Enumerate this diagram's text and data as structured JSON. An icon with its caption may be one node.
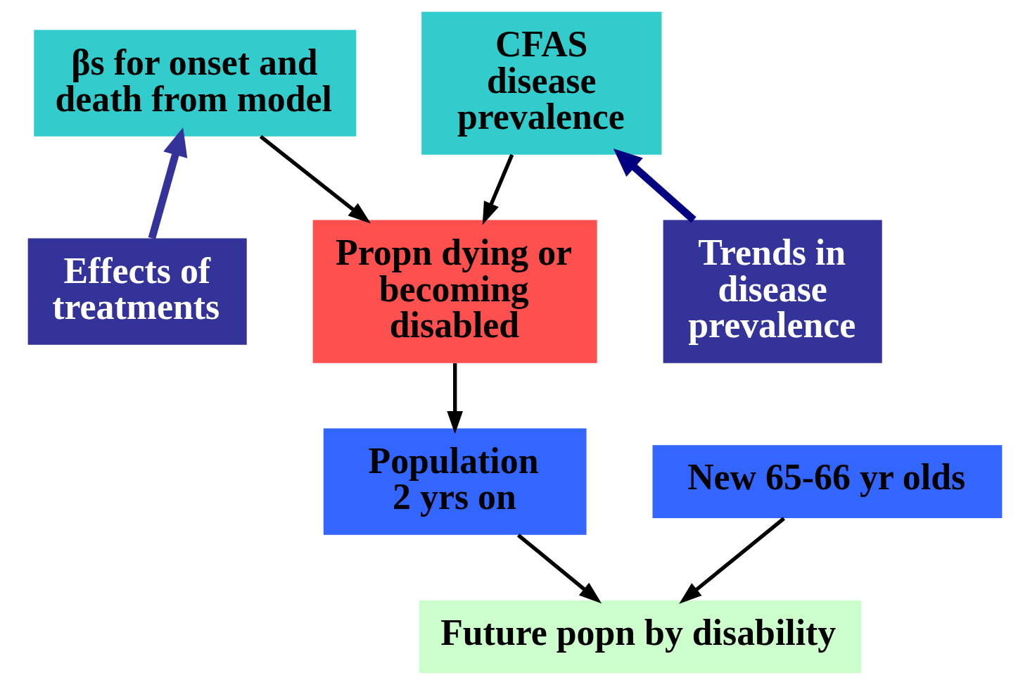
{
  "diagram": {
    "nodes": [
      {
        "text": [
          "βs for onset and death from model"
        ]
      },
      {
        "text": [
          "CFAS disease prevalence"
        ]
      },
      {
        "text": [
          "Effects of treatments"
        ]
      },
      {
        "text": [
          "Propn dying or becoming disabled"
        ]
      },
      {
        "text": [
          "Trends in disease prevalence"
        ]
      },
      {
        "text": [
          "Population 2 yrs on"
        ]
      },
      {
        "text": [
          "New 65-66 yr olds"
        ]
      },
      {
        "text": [
          "Future popn by disability"
        ]
      }
    ],
    "edges": [
      {
        "from": 2,
        "to": 0,
        "arrow": "to",
        "style": "thick",
        "color": "#333399"
      },
      {
        "from": 0,
        "to": 3,
        "arrow": "to"
      },
      {
        "from": 1,
        "to": 3,
        "arrow": "to"
      },
      {
        "from": 4,
        "to": 1,
        "arrow": "to",
        "style": "thick",
        "color": "#000080"
      },
      {
        "from": 3,
        "to": 5,
        "arrow": "to"
      },
      {
        "from": 5,
        "to": 7,
        "arrow": "to"
      },
      {
        "from": 6,
        "to": 7,
        "arrow": "to"
      }
    ]
  }
}
